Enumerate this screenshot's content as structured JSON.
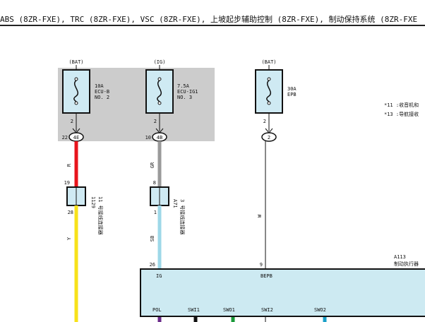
{
  "title": "ABS (8ZR-FXE), TRC (8ZR-FXE), VSC (8ZR-FXE), 上坡起步辅助控制 (8ZR-FXE), 制动保持系统 (8ZR-FXE",
  "fuses": [
    {
      "source": "(BAT)",
      "rating": "10A",
      "name1": "ECU-B",
      "name2": "NO. 2",
      "pin_top": "2",
      "pin_left": "22",
      "connector": "4E"
    },
    {
      "source": "(IG)",
      "rating": "7.5A",
      "name1": "ECU-IG1",
      "name2": "NO. 3",
      "pin_top": "2",
      "pin_left": "10",
      "connector": "4B"
    },
    {
      "source": "(BAT)",
      "rating": "30A",
      "name1": "EPB",
      "pin_top": "2",
      "connector": "2"
    }
  ],
  "notes": [
    "*11 :收音机和",
    "*13 :导航接收"
  ],
  "wires": {
    "w1_upper": "R",
    "w1_lower": "Y",
    "w2_upper": "GR",
    "w2_lower": "SB",
    "w3": "W"
  },
  "junctions": [
    {
      "pin_top": "19",
      "pin_bottom": "28",
      "code": "1129",
      "label": "11 号接线连接器"
    },
    {
      "pin_top": "8",
      "pin_bottom": "1",
      "code": "A71",
      "label": "3 号接线连接器"
    }
  ],
  "ecu": {
    "code": "A113",
    "name": "制动执行器",
    "pin_ig": "26",
    "pin_bepb": "9",
    "label_ig": "IG",
    "label_bepb": "BEPB",
    "bottom_pins": [
      "POL",
      "SWI1",
      "SWO1",
      "SWI2",
      "SWO2"
    ]
  },
  "colors": {
    "red": "#e8141c",
    "yellow": "#f7e21a",
    "gray": "#9a9a9a",
    "lightblue": "#9ed8e8",
    "ecu_fill": "#cdeaf2",
    "fuse_fill": "#cfeaf3",
    "shade": "#cccccc",
    "purple": "#6a2a8a",
    "green": "#1a9a3a",
    "cyan": "#1aa0c8"
  }
}
